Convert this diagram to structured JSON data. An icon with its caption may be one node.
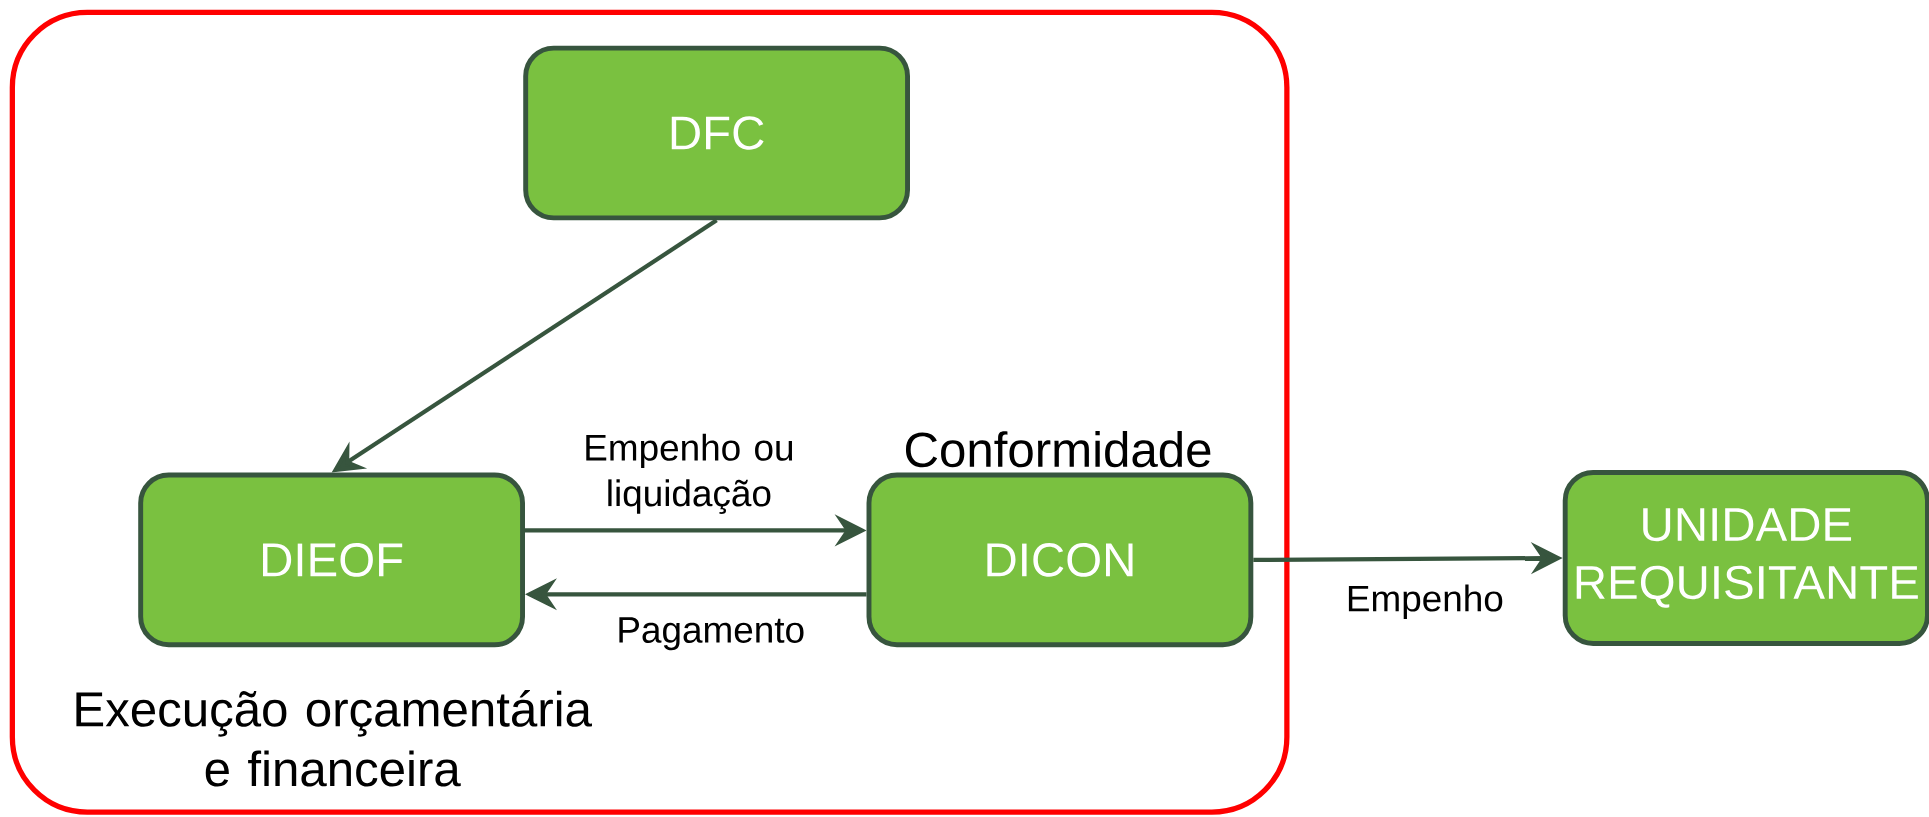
{
  "diagram": {
    "nodes": [
      {
        "text": [],
        "shape": "box"
      },
      {
        "text": [
          "DFC"
        ],
        "in": 0
      },
      {
        "text": [
          "DIEOF"
        ],
        "in": 0,
        "beside": [
          "Execução orçamentária e financeira"
        ]
      },
      {
        "text": [
          "DICON"
        ],
        "in": 0,
        "beside": [
          "Conformidade"
        ]
      },
      {
        "text": [
          "UNIDADE REQUISITANTE"
        ]
      }
    ],
    "edges": [
      {
        "from": 1,
        "to": 2,
        "arrow": "to"
      },
      {
        "from": 2,
        "to": 3,
        "arrow": "to",
        "label": "Empenho ou liquidação"
      },
      {
        "from": 3,
        "to": 2,
        "arrow": "to",
        "label": "Pagamento"
      },
      {
        "from": 3,
        "to": 4,
        "arrow": "to",
        "label": "Empenho"
      }
    ]
  }
}
